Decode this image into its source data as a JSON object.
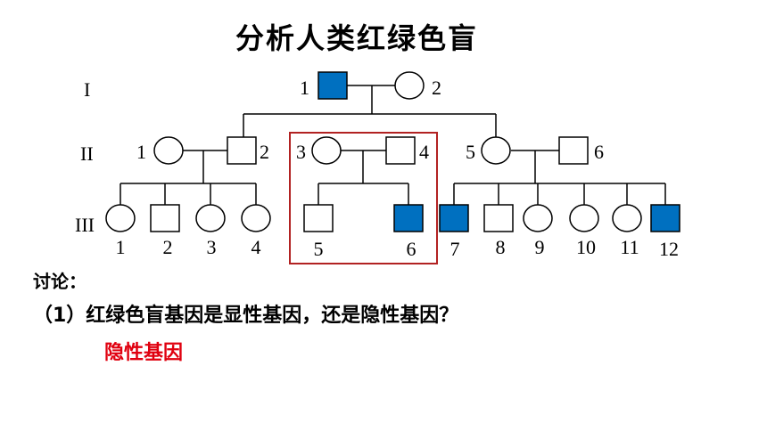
{
  "title": "分析人类红绿色盲",
  "generations": [
    "I",
    "II",
    "III"
  ],
  "discussion_label": "讨论：",
  "question": "（1）红绿色盲基因是显性基因，还是隐性基因？",
  "answer": "隐性基因",
  "colors": {
    "affected": "#0070c0",
    "highlight_box": "#b22222"
  },
  "pedigree": {
    "I": [
      {
        "number": "1",
        "sex": "male",
        "affected": true
      },
      {
        "number": "2",
        "sex": "female",
        "affected": false
      }
    ],
    "II": [
      {
        "number": "1",
        "sex": "female",
        "affected": false
      },
      {
        "number": "2",
        "sex": "male",
        "affected": false
      },
      {
        "number": "3",
        "sex": "female",
        "affected": false
      },
      {
        "number": "4",
        "sex": "male",
        "affected": false
      },
      {
        "number": "5",
        "sex": "female",
        "affected": false
      },
      {
        "number": "6",
        "sex": "male",
        "affected": false
      }
    ],
    "III": [
      {
        "number": "1",
        "sex": "female",
        "affected": false
      },
      {
        "number": "2",
        "sex": "male",
        "affected": false
      },
      {
        "number": "3",
        "sex": "female",
        "affected": false
      },
      {
        "number": "4",
        "sex": "female",
        "affected": false
      },
      {
        "number": "5",
        "sex": "male",
        "affected": false
      },
      {
        "number": "6",
        "sex": "male",
        "affected": true
      },
      {
        "number": "7",
        "sex": "male",
        "affected": true
      },
      {
        "number": "8",
        "sex": "male",
        "affected": false
      },
      {
        "number": "9",
        "sex": "female",
        "affected": false
      },
      {
        "number": "10",
        "sex": "female",
        "affected": false
      },
      {
        "number": "11",
        "sex": "female",
        "affected": false
      },
      {
        "number": "12",
        "sex": "male",
        "affected": true
      }
    ]
  }
}
